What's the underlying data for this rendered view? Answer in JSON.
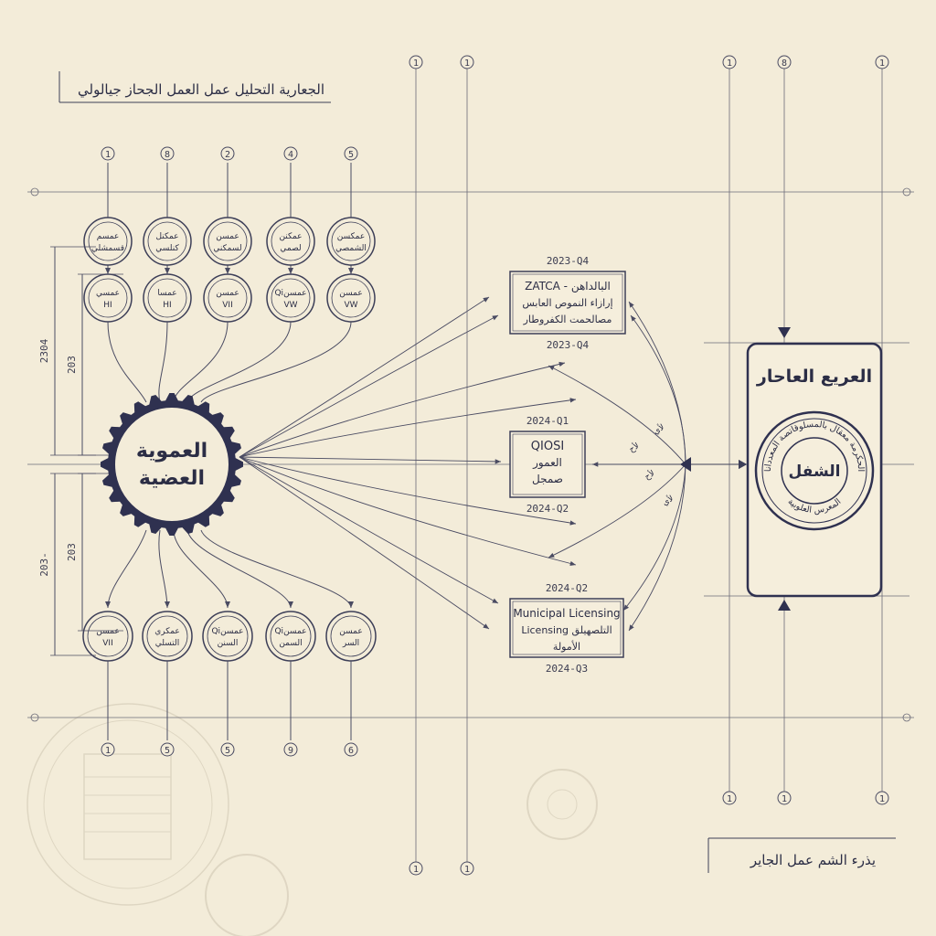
{
  "title": "الجعارية التحليل عمل العمل الجحاز جيالولي",
  "footer": "يذرء الشم عمل الجاير",
  "center_hub": {
    "line1": "العموية",
    "line2": "العضية"
  },
  "top_numbers": [
    "1",
    "8",
    "2",
    "4",
    "5"
  ],
  "bottom_numbers": [
    "1",
    "5",
    "5",
    "9",
    "6"
  ],
  "right_numbers_top": [
    "1",
    "8",
    "1"
  ],
  "right_numbers_bottom": [
    "1",
    "1",
    "1"
  ],
  "mid_numbers": [
    "1",
    "1"
  ],
  "top_row1": [
    {
      "l1": "عمسم",
      "l2": "قسمشلي"
    },
    {
      "l1": "عمكنل",
      "l2": "كنلسي"
    },
    {
      "l1": "عمسن",
      "l2": "لسمكني"
    },
    {
      "l1": "عمكنن",
      "l2": "لصمي"
    },
    {
      "l1": "عمكسن",
      "l2": "الشمصي"
    }
  ],
  "top_row2": [
    {
      "l1": "عمسي",
      "l2": "HI"
    },
    {
      "l1": "عمسا",
      "l2": "HI"
    },
    {
      "l1": "عمسن",
      "l2": "VII"
    },
    {
      "l1": "Qiعمسن",
      "l2": "VW"
    },
    {
      "l1": "عمسن",
      "l2": "VW"
    }
  ],
  "bottom_row": [
    {
      "l1": "عمسن",
      "l2": "VII"
    },
    {
      "l1": "عمكري",
      "l2": "التسلي"
    },
    {
      "l1": "Qiعمسن",
      "l2": "السنن"
    },
    {
      "l1": "Qiعمسن",
      "l2": "السمن"
    },
    {
      "l1": "عمسن",
      "l2": "السر"
    }
  ],
  "dims_left": [
    "2304",
    "203-"
  ],
  "dims_inner": [
    "203",
    "203"
  ],
  "boxes": [
    {
      "above": "2023-Q4",
      "l1": "ZATCA - البالداهن",
      "l2": "إرازاء النموص العابس",
      "l3": "مصالحمت الكفروطار",
      "below": "2023-Q4"
    },
    {
      "above": "2024-Q1",
      "l1": "QIOSI",
      "l2": "العمور",
      "l3": "صمجل",
      "below": "2024-Q2"
    },
    {
      "above": "2024-Q2",
      "l1": "Municipal Licensing",
      "l2": "Licensing التلصهيلق",
      "l3": "الأمولة",
      "below": "2024-Q3"
    }
  ],
  "right_panel": {
    "title": "العريع العاحار",
    "seal_center": "الشفل",
    "seal_ring_top": "الحكرمة معقال بالمسلوقاتصة المعددانا",
    "seal_ring_bottom": "المعرس العلوبية"
  },
  "arrow_tags": [
    "لأي",
    "لأح",
    "لأح",
    "لأي"
  ],
  "colors": {
    "ink": "#3d3f58",
    "paper": "#f3ecd9",
    "faint": "#cfc6ae"
  }
}
